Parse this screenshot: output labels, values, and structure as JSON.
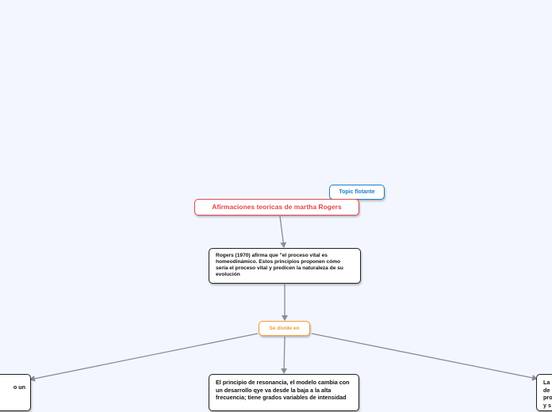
{
  "nodes": {
    "central_topic": "Afirmaciones teoricas de martha Rogers",
    "floating_topic": "Topic flotante",
    "main_statement": "Rogers (1970) afirma que \"el proceso vital es homeodinámico. Estos principios proponen cómo sería el proceso vital y predicen la naturaleza de su evolución",
    "connector": "Se divide en",
    "branch_center": "El principio de resonancia, el modelo cambia con un desarrollo qye va desde la baja a la alta frecuencia;  tiene grados variables de intensidad",
    "branch_left_fragment": "o un",
    "branch_right_fragment": "La\nde\npro\ny s"
  },
  "colors": {
    "background": "#f3f6fe",
    "central": "#e2474f",
    "floating": "#1f7fc6",
    "connector": "#f29b33",
    "line": "#8a8c92"
  }
}
